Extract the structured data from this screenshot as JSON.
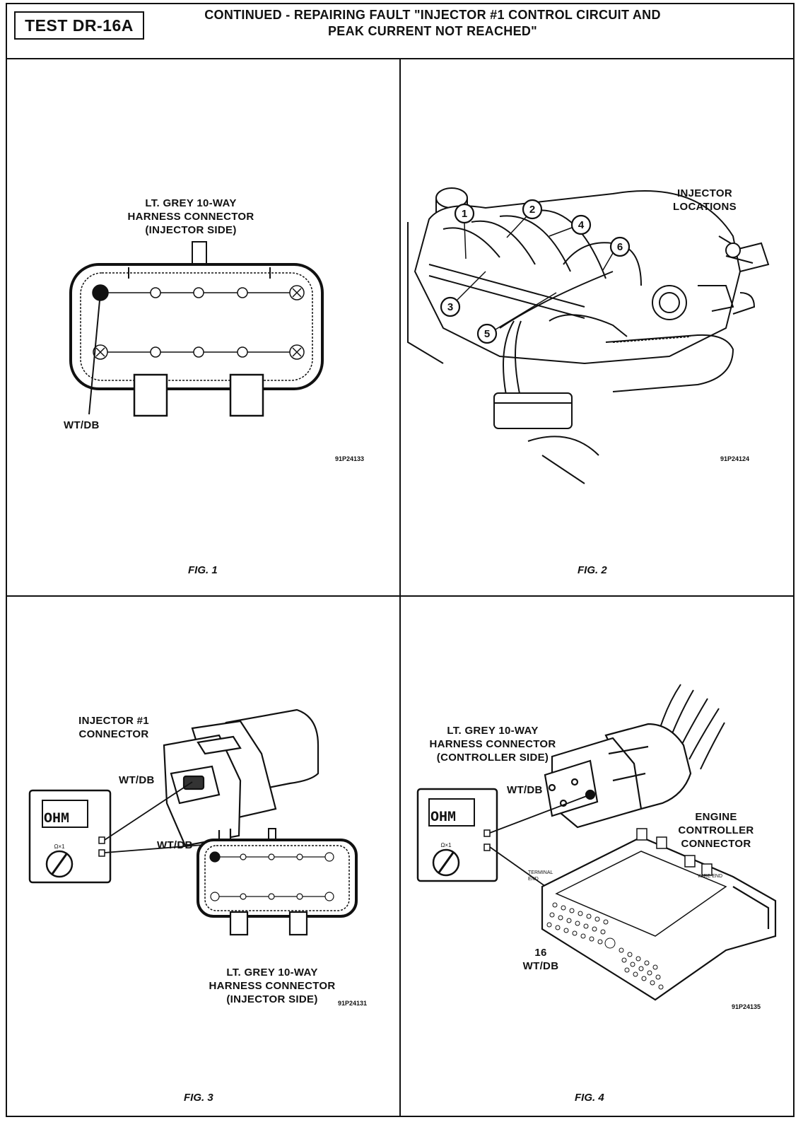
{
  "header": {
    "test_id": "TEST DR-16A",
    "title_line1": "CONTINUED - REPAIRING FAULT \"INJECTOR #1 CONTROL CIRCUIT AND",
    "title_line2": "PEAK CURRENT NOT REACHED\""
  },
  "fig1": {
    "label_line1": "LT. GREY 10-WAY",
    "label_line2": "HARNESS CONNECTOR",
    "label_line3": "(INJECTOR SIDE)",
    "wire_label": "WT/DB",
    "code": "91P24133",
    "caption": "FIG. 1"
  },
  "fig2": {
    "label_line1": "INJECTOR",
    "label_line2": "LOCATIONS",
    "callouts": [
      "1",
      "2",
      "3",
      "4",
      "5",
      "6"
    ],
    "code": "91P24124",
    "caption": "FIG. 2"
  },
  "fig3": {
    "injector_label_line1": "INJECTOR #1",
    "injector_label_line2": "CONNECTOR",
    "wire_label_top": "WT/DB",
    "wire_label_mid": "WT/DB",
    "meter_display": "OHM",
    "meter_mode": "Ω×1",
    "harness_label_line1": "LT. GREY 10-WAY",
    "harness_label_line2": "HARNESS CONNECTOR",
    "harness_label_line3": "(INJECTOR SIDE)",
    "code": "91P24131",
    "caption": "FIG. 3"
  },
  "fig4": {
    "harness_label_line1": "LT. GREY 10-WAY",
    "harness_label_line2": "HARNESS CONNECTOR",
    "harness_label_line3": "(CONTROLLER SIDE)",
    "wire_label": "WT/DB",
    "meter_display": "OHM",
    "meter_mode": "Ω×1",
    "ecm_label_line1": "ENGINE",
    "ecm_label_line2": "CONTROLLER",
    "ecm_label_line3": "CONNECTOR",
    "terminal_end": "TERMINAL END",
    "wire_end": "WIRE END",
    "pin_label_line1": "16",
    "pin_label_line2": "WT/DB",
    "code": "91P24135",
    "caption": "FIG. 4"
  }
}
